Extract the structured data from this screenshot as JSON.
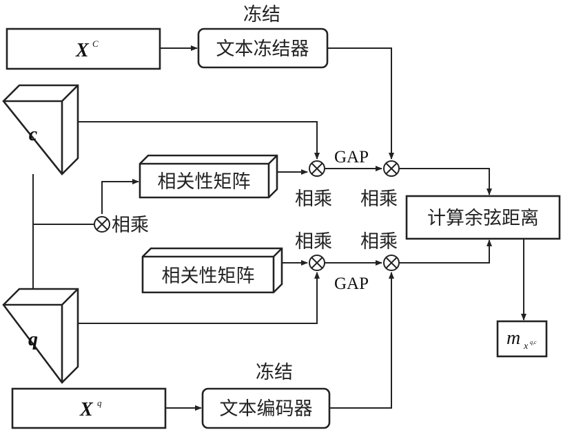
{
  "nodes": {
    "xc": {
      "base": "X",
      "sup": "C"
    },
    "text_freezer": "文本冻结器",
    "freeze_top": "冻结",
    "cube_c": "c",
    "cube_q": "q",
    "corr_upper": "相关性矩阵",
    "corr_lower": "相关性矩阵",
    "multiply_left": "相乘",
    "mult_upper_1": "相乘",
    "mult_upper_2": "相乘",
    "mult_lower_1": "相乘",
    "mult_lower_2": "相乘",
    "gap_upper": "GAP",
    "gap_lower": "GAP",
    "cosine": "计算余弦距离",
    "output": {
      "base": "m",
      "sub": "x",
      "subsup": "q,c"
    },
    "xq": {
      "base": "X",
      "sup": "q"
    },
    "freeze_bottom": "冻结",
    "text_encoder": "文本编码器"
  },
  "multiply_symbol": "⊗"
}
